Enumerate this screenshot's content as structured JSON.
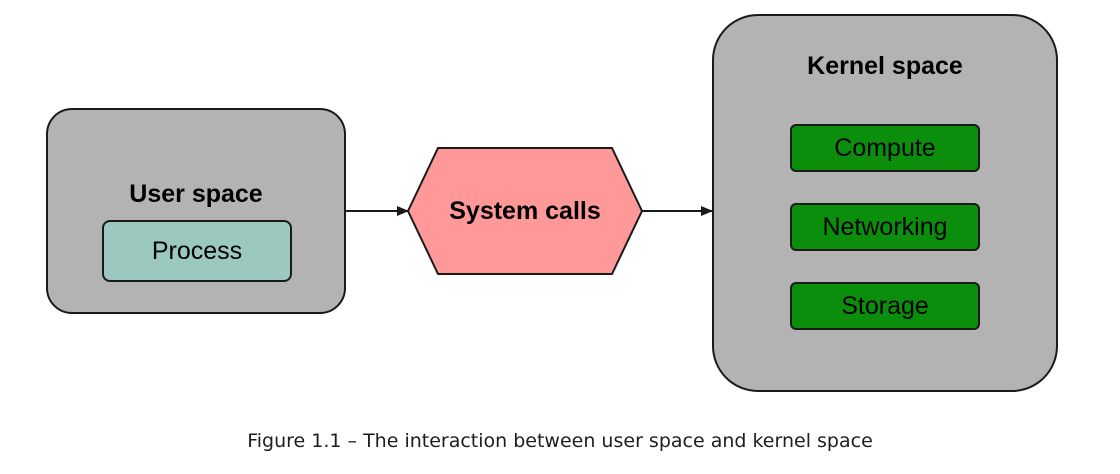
{
  "diagram": {
    "user_space": {
      "title": "User space",
      "process_label": "Process"
    },
    "system_calls": {
      "label": "System calls"
    },
    "kernel_space": {
      "title": "Kernel space",
      "components": [
        "Compute",
        "Networking",
        "Storage"
      ]
    },
    "colors": {
      "container_fill": "#b3b3b3",
      "process_fill": "#9bc9c0",
      "system_calls_fill": "#ff9999",
      "component_fill": "#0b8e0b",
      "stroke": "#1a1a1a"
    }
  },
  "caption": "Figure 1.1 – The interaction between user space and kernel space"
}
